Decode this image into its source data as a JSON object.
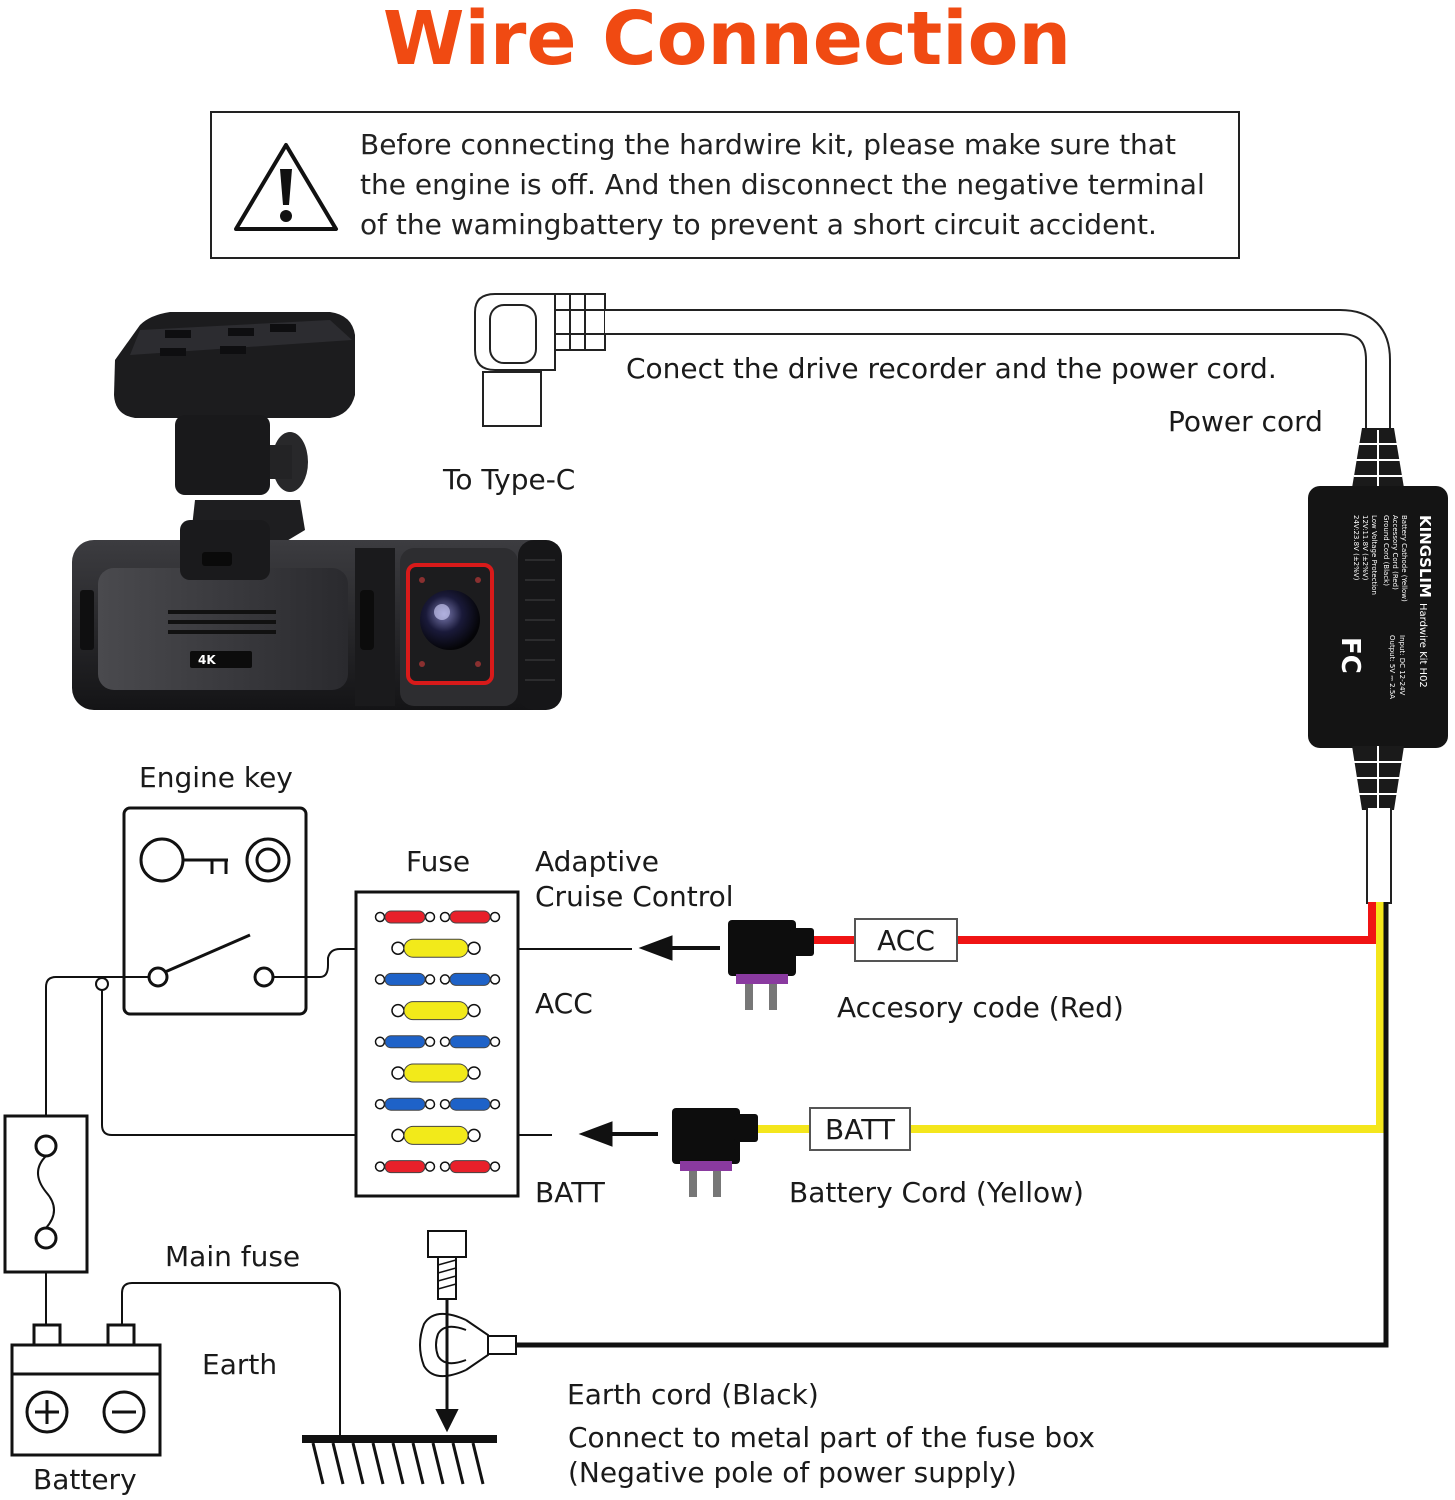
{
  "title": "Wire Connection",
  "warning": {
    "text": "Before connecting the hardwire kit, please make sure that the engine is off. And then disconnect the negative terminal of the wamingbattery to prevent a short circuit accident.",
    "icon": "warning-triangle-icon"
  },
  "labels": {
    "connect_note": "Conect the drive recorder and the power cord.",
    "power_cord": "Power cord",
    "to_type_c": "To Type-C",
    "engine_key": "Engine key",
    "fuse": "Fuse",
    "adaptive_1": "Adaptive",
    "adaptive_2": "Cruise Control",
    "acc_left": "ACC",
    "batt_left": "BATT",
    "acc_box": "ACC",
    "batt_box": "BATT",
    "accessory_code": "Accesory code (Red)",
    "battery_cord": "Battery Cord (Yellow)",
    "main_fuse": "Main fuse",
    "earth": "Earth",
    "battery": "Battery",
    "earth_cord": "Earth cord (Black)",
    "earth_note_1": "Connect to metal part of the fuse box",
    "earth_note_2": "(Negative pole of power supply)"
  },
  "hardwire_kit": {
    "brand": "KINGSLIM",
    "model": "Hardwire Kit H02",
    "line1": "Battery Cathode (Yellow)",
    "line2": "Accessory Cord (Red)",
    "line3": "Ground Cord (Black)",
    "line4": "Low Voltage Protection",
    "line5": "12V:11.8V (±2%V)",
    "line6": "24V:23.8V (±2%V)",
    "input": "Input: DC 12-24V",
    "output": "Output: 5V ⎓ 2.5A",
    "fcc": "FC"
  },
  "camera": {
    "badge": "4K"
  },
  "colors": {
    "title": "#f04a12",
    "red_wire": "#f01414",
    "yellow_wire": "#f4e61c",
    "black_wire": "#111111",
    "fuse_red": "#e8202a",
    "fuse_yellow": "#f2ea1a",
    "fuse_blue": "#1e62c8",
    "connector_purple": "#8a3aa0"
  }
}
